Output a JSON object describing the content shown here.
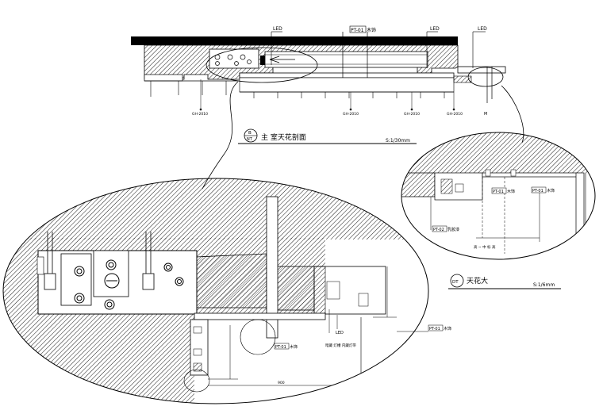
{
  "top_section": {
    "leaders": {
      "led_left": "LED",
      "pt_top": "PT-01",
      "pt_top_suffix": "木饰",
      "led_mid": "LED",
      "led_right": "LED"
    },
    "small_labels": [
      "GH-2010",
      "GH-2010",
      "GH-2010",
      "GH-2010"
    ],
    "right_marker": "M"
  },
  "section_title": {
    "bubble_top": "B",
    "bubble_bottom": "NT",
    "text": "主 室天花剖面",
    "scale": "S:1/30mm"
  },
  "detail_title": {
    "bubble": "DT",
    "text": "天花大",
    "scale": "S:1/6mm"
  },
  "right_detail": {
    "pt_a": "PT-01",
    "pt_a_suffix": "木饰",
    "pt_b": "PT-01",
    "pt_b_suffix": "木饰",
    "pt_c": "PT-02",
    "pt_c_suffix": "乳胶漆",
    "dim_note": "高 ~ 中 标 高"
  },
  "large_detail": {
    "pt_right": "PT-01",
    "pt_right_suffix": "木饰",
    "pt_mid": "PT-01",
    "pt_mid_suffix": "木饰",
    "led": "LED",
    "note": "暗藏 灯槽 内藏灯带",
    "dim_bottom": "900"
  },
  "colors": {
    "ink": "#000000",
    "paper": "#ffffff",
    "hatch": "#000000"
  }
}
